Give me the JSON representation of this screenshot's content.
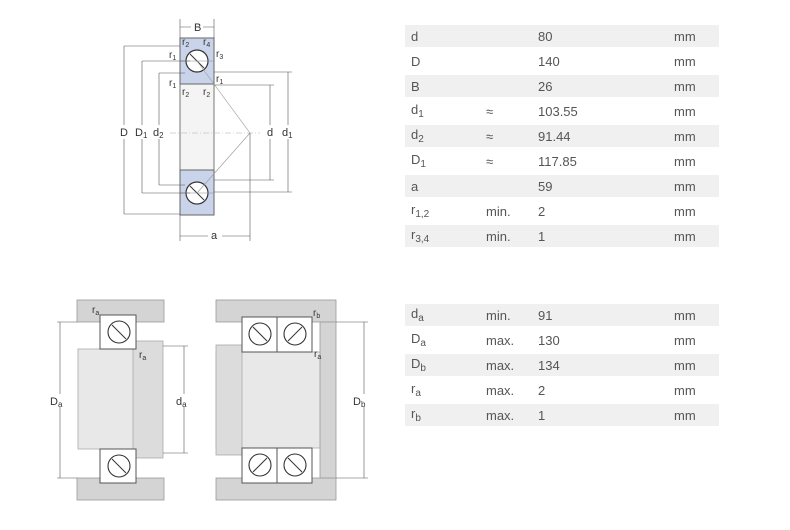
{
  "bearing_table": {
    "rows": [
      {
        "symbol": "d",
        "sub": "",
        "qualifier": "",
        "value": "80",
        "unit": "mm"
      },
      {
        "symbol": "D",
        "sub": "",
        "qualifier": "",
        "value": "140",
        "unit": "mm"
      },
      {
        "symbol": "B",
        "sub": "",
        "qualifier": "",
        "value": "26",
        "unit": "mm"
      },
      {
        "symbol": "d",
        "sub": "1",
        "qualifier": "≈",
        "value": "103.55",
        "unit": "mm"
      },
      {
        "symbol": "d",
        "sub": "2",
        "qualifier": "≈",
        "value": "91.44",
        "unit": "mm"
      },
      {
        "symbol": "D",
        "sub": "1",
        "qualifier": "≈",
        "value": "117.85",
        "unit": "mm"
      },
      {
        "symbol": "a",
        "sub": "",
        "qualifier": "",
        "value": "59",
        "unit": "mm"
      },
      {
        "symbol": "r",
        "sub": "1,2",
        "qualifier": "min.",
        "value": "2",
        "unit": "mm"
      },
      {
        "symbol": "r",
        "sub": "3,4",
        "qualifier": "min.",
        "value": "1",
        "unit": "mm"
      }
    ]
  },
  "abutment_table": {
    "rows": [
      {
        "symbol": "d",
        "sub": "a",
        "qualifier": "min.",
        "value": "91",
        "unit": "mm"
      },
      {
        "symbol": "D",
        "sub": "a",
        "qualifier": "max.",
        "value": "130",
        "unit": "mm"
      },
      {
        "symbol": "D",
        "sub": "b",
        "qualifier": "max.",
        "value": "134",
        "unit": "mm"
      },
      {
        "symbol": "r",
        "sub": "a",
        "qualifier": "max.",
        "value": "2",
        "unit": "mm"
      },
      {
        "symbol": "r",
        "sub": "b",
        "qualifier": "max.",
        "value": "1",
        "unit": "mm"
      }
    ]
  },
  "bearing_drawing_labels": {
    "B": "B",
    "D": "D",
    "D1": "D",
    "D1_sub": "1",
    "d2": "d",
    "d2_sub": "2",
    "d": "d",
    "d1": "d",
    "d1_sub": "1",
    "a": "a",
    "r1": "r",
    "r1_sub": "1",
    "r2": "r",
    "r2_sub": "2",
    "r3": "r",
    "r3_sub": "3",
    "r4": "r",
    "r4_sub": "4"
  },
  "abutment_drawing_labels": {
    "ra": "r",
    "ra_sub": "a",
    "Da": "D",
    "Da_sub": "a",
    "da": "d",
    "da_sub": "a",
    "rb": "r",
    "rb_sub": "b",
    "Db": "D",
    "Db_sub": "b"
  }
}
